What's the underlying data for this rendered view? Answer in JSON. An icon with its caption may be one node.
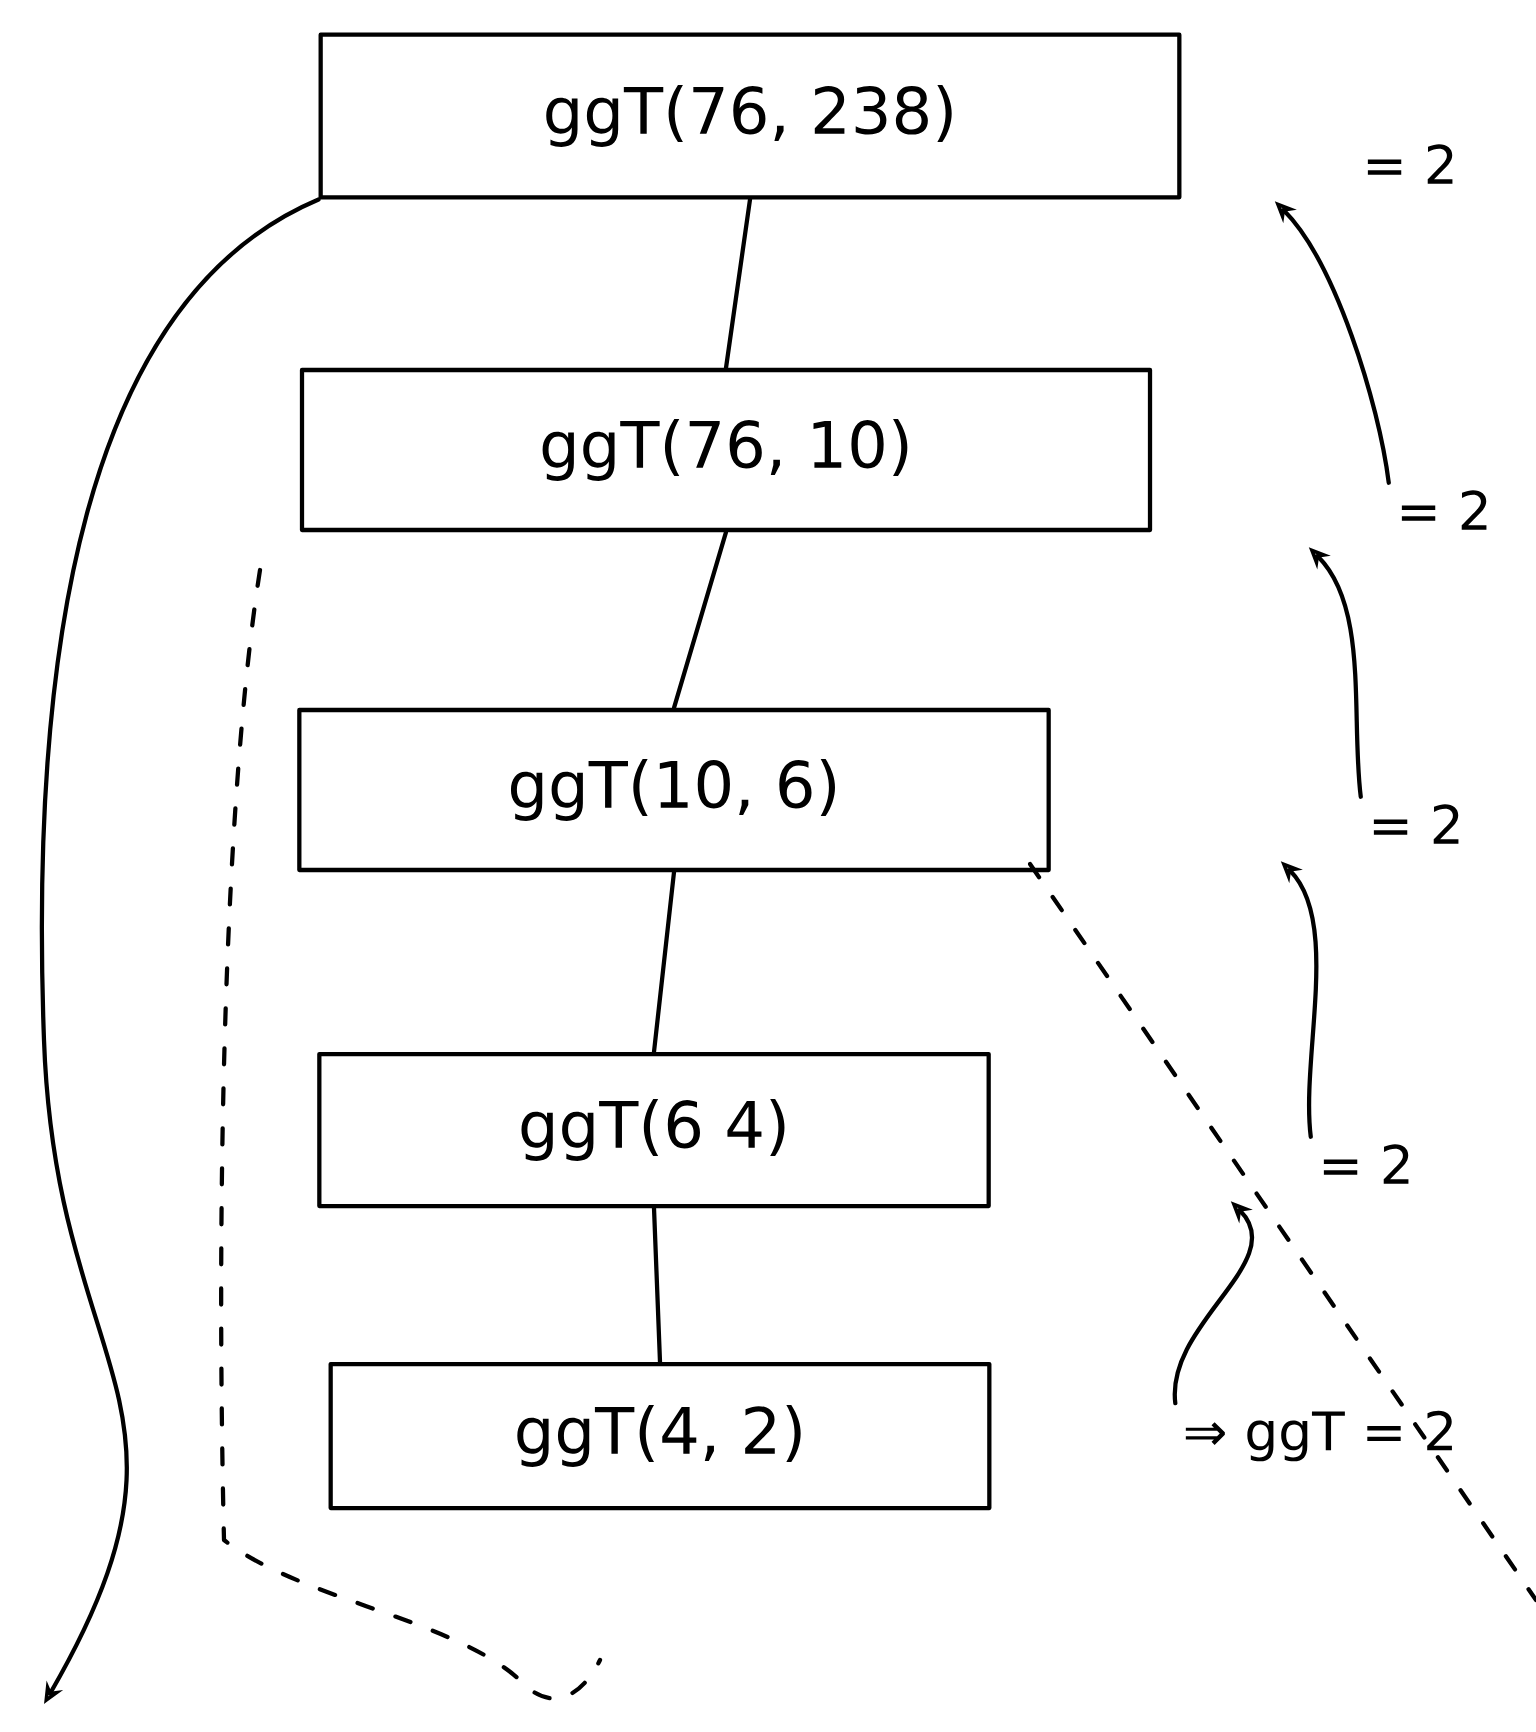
{
  "diagram": {
    "nodes": [
      {
        "text": [
          "ggT(76, 238)"
        ]
      },
      {
        "text": [
          "ggT(76, 10)"
        ]
      },
      {
        "text": [
          "ggT(10, 6)"
        ]
      },
      {
        "text": [
          "ggT(6 4)"
        ]
      },
      {
        "text": [
          "ggT(4, 2)"
        ]
      },
      {
        "text": [
          "= 2"
        ]
      },
      {
        "text": [
          "= 2"
        ]
      },
      {
        "text": [
          "= 2"
        ]
      },
      {
        "text": [
          "= 2"
        ]
      },
      {
        "text": [
          "⇒ ggT = 2"
        ]
      }
    ],
    "edges": [
      {
        "from": 0,
        "to": 1,
        "arrow": "none"
      },
      {
        "from": 1,
        "to": 2,
        "arrow": "none"
      },
      {
        "from": 2,
        "to": 3,
        "arrow": "none"
      },
      {
        "from": 3,
        "to": 4,
        "arrow": "none"
      },
      {
        "from": 6,
        "to": 5,
        "arrow": "to"
      },
      {
        "from": 7,
        "to": 6,
        "arrow": "to"
      },
      {
        "from": 8,
        "to": 7,
        "arrow": "to"
      },
      {
        "from": 9,
        "to": 8,
        "arrow": "to"
      },
      {
        "from": 0,
        "to": null,
        "arrow": "to"
      }
    ]
  }
}
